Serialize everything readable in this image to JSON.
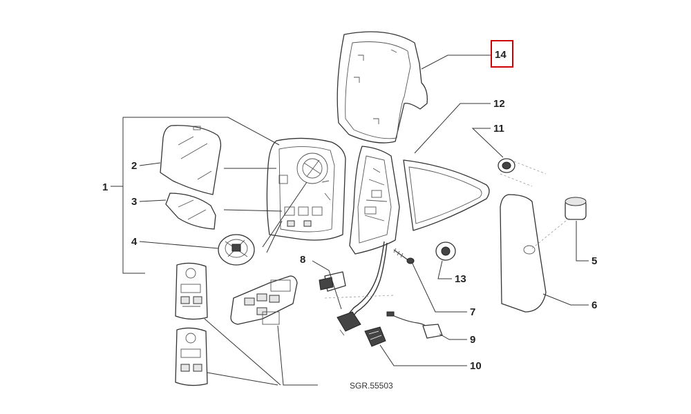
{
  "diagram": {
    "reference_code": "SGR.55503",
    "highlight_color": "#cc0000",
    "callouts": [
      {
        "id": "1",
        "label": "1"
      },
      {
        "id": "2",
        "label": "2"
      },
      {
        "id": "3",
        "label": "3"
      },
      {
        "id": "4",
        "label": "4"
      },
      {
        "id": "5",
        "label": "5"
      },
      {
        "id": "6",
        "label": "6"
      },
      {
        "id": "7",
        "label": "7"
      },
      {
        "id": "8",
        "label": "8"
      },
      {
        "id": "9",
        "label": "9"
      },
      {
        "id": "10",
        "label": "10"
      },
      {
        "id": "11",
        "label": "11"
      },
      {
        "id": "12",
        "label": "12"
      },
      {
        "id": "13",
        "label": "13"
      },
      {
        "id": "14",
        "label": "14",
        "highlighted": true
      }
    ]
  }
}
